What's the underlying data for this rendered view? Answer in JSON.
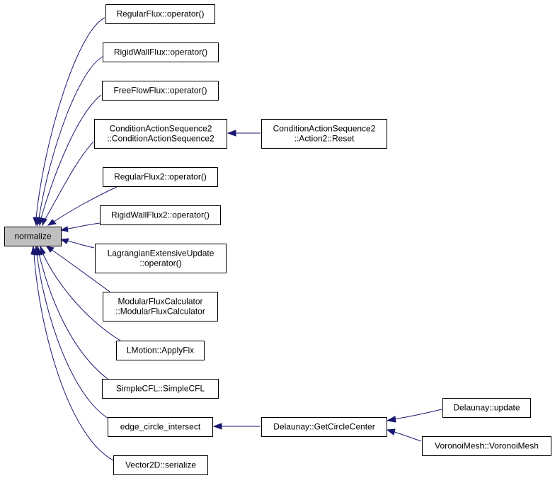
{
  "graph": {
    "root": "normalize",
    "nodes": [
      {
        "id": "normalize",
        "lines": [
          "normalize"
        ],
        "root": true
      },
      {
        "id": "regularflux",
        "lines": [
          "RegularFlux::operator()"
        ]
      },
      {
        "id": "rigidwallflux",
        "lines": [
          "RigidWallFlux::operator()"
        ]
      },
      {
        "id": "freeflowflux",
        "lines": [
          "FreeFlowFlux::operator()"
        ]
      },
      {
        "id": "cas2",
        "lines": [
          "ConditionActionSequence2",
          "::ConditionActionSequence2"
        ]
      },
      {
        "id": "cas2reset",
        "lines": [
          "ConditionActionSequence2",
          "::Action2::Reset"
        ]
      },
      {
        "id": "regularflux2",
        "lines": [
          "RegularFlux2::operator()"
        ]
      },
      {
        "id": "rigidwallflux2",
        "lines": [
          "RigidWallFlux2::operator()"
        ]
      },
      {
        "id": "lagrangian",
        "lines": [
          "LagrangianExtensiveUpdate",
          "::operator()"
        ]
      },
      {
        "id": "modflux",
        "lines": [
          "ModularFluxCalculator",
          "::ModularFluxCalculator"
        ]
      },
      {
        "id": "lmotion",
        "lines": [
          "LMotion::ApplyFix"
        ]
      },
      {
        "id": "simplecfl",
        "lines": [
          "SimpleCFL::SimpleCFL"
        ]
      },
      {
        "id": "edgecircle",
        "lines": [
          "edge_circle_intersect"
        ]
      },
      {
        "id": "getcircle",
        "lines": [
          "Delaunay::GetCircleCenter"
        ]
      },
      {
        "id": "delupdate",
        "lines": [
          "Delaunay::update"
        ]
      },
      {
        "id": "voronoi",
        "lines": [
          "VoronoiMesh::VoronoiMesh"
        ]
      },
      {
        "id": "serialize",
        "lines": [
          "Vector2D::serialize"
        ]
      }
    ],
    "edges": [
      {
        "from": "regularflux",
        "to": "normalize"
      },
      {
        "from": "rigidwallflux",
        "to": "normalize"
      },
      {
        "from": "freeflowflux",
        "to": "normalize"
      },
      {
        "from": "cas2",
        "to": "normalize"
      },
      {
        "from": "cas2reset",
        "to": "cas2"
      },
      {
        "from": "regularflux2",
        "to": "normalize"
      },
      {
        "from": "rigidwallflux2",
        "to": "normalize"
      },
      {
        "from": "lagrangian",
        "to": "normalize"
      },
      {
        "from": "modflux",
        "to": "normalize"
      },
      {
        "from": "lmotion",
        "to": "normalize"
      },
      {
        "from": "simplecfl",
        "to": "normalize"
      },
      {
        "from": "edgecircle",
        "to": "normalize"
      },
      {
        "from": "getcircle",
        "to": "edgecircle"
      },
      {
        "from": "delupdate",
        "to": "getcircle"
      },
      {
        "from": "voronoi",
        "to": "getcircle"
      },
      {
        "from": "serialize",
        "to": "normalize"
      }
    ],
    "colors": {
      "edge": "#191970",
      "root_fill": "#bfbfbf",
      "node_fill": "#ffffff",
      "border": "#000000"
    }
  }
}
